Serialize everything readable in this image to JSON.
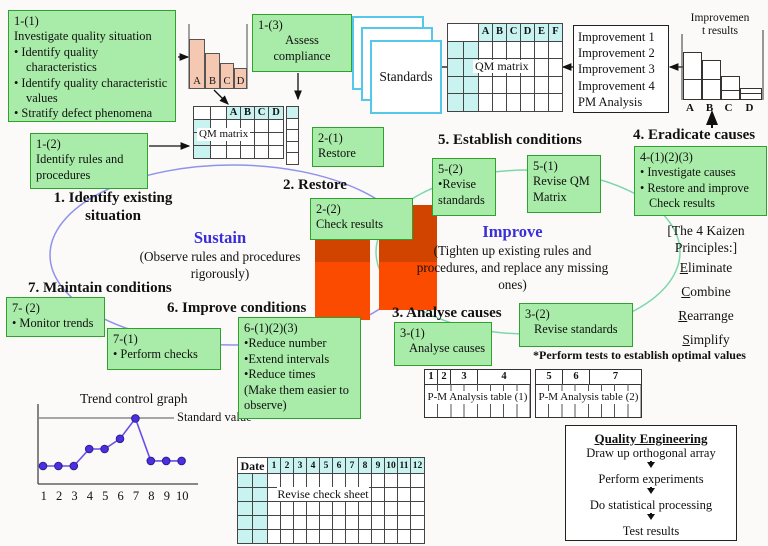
{
  "steps": {
    "s1": "1. Identify existing situation",
    "s2": "2. Restore",
    "s3": "3. Analyse causes",
    "s4": "4. Eradicate causes",
    "s5": "5. Establish conditions",
    "s6": "6. Improve conditions",
    "s7": "7. Maintain conditions"
  },
  "cycles": {
    "sustain": {
      "title": "Sustain",
      "subtitle": "(Observe rules and procedures rigorously)"
    },
    "improve": {
      "title": "Improve",
      "subtitle": "(Tighten up existing rules and procedures, and replace any missing ones)"
    }
  },
  "kaizen": {
    "header": "[The 4 Kaizen Principles:]",
    "principles": [
      "Eliminate",
      "Combine",
      "Rearrange",
      "Simplify"
    ]
  },
  "boxes": {
    "b1_1": {
      "code": "1-(1)",
      "title": "Investigate quality situation",
      "bullets": [
        "• Identify quality characteristics",
        "• Identify quality characteristic values",
        "• Stratify defect phenomena"
      ]
    },
    "b1_2": {
      "code": "1-(2)",
      "text": "Identify rules and procedures"
    },
    "b1_3": {
      "code": "1-(3)",
      "text": "Assess compliance"
    },
    "b2_1": {
      "code": "2-(1)",
      "text": "Restore"
    },
    "b2_2": {
      "code": "2-(2)",
      "text": "Check results"
    },
    "b3_1": {
      "code": "3-(1)",
      "text": "Analyse causes"
    },
    "b3_2": {
      "code": "3-(2)",
      "text": "Revise standards"
    },
    "b4": {
      "code": "4-(1)(2)(3)",
      "bullets": [
        "• Investigate causes",
        "• Restore and improve"
      ],
      "tail": "Check results"
    },
    "b5_1": {
      "code": "5-(1)",
      "text": "Revise QM Matrix"
    },
    "b5_2": {
      "code": "5-(2)",
      "text": "•Revise standards"
    },
    "b6": {
      "code": "6-(1)(2)(3)",
      "bullets": [
        "•Reduce number",
        "•Extend intervals",
        "•Reduce times"
      ],
      "tail": "(Make them easier to observe)"
    },
    "b7_1": {
      "code": "7-(1)",
      "text": "• Perform checks"
    },
    "b7_2": {
      "code": "7- (2)",
      "text": "• Monitor trends"
    }
  },
  "note": "*Perform tests to establish optimal values",
  "pareto": {
    "categories": [
      "A",
      "B",
      "C",
      "D"
    ]
  },
  "qm1": {
    "label": "QM matrix",
    "cols": [
      "A",
      "B",
      "C",
      "D"
    ]
  },
  "qm2": {
    "label": "QM matrix",
    "cols": [
      "A",
      "B",
      "C",
      "D",
      "E",
      "F"
    ]
  },
  "standards_label": "Standards",
  "improvement_box": {
    "items": [
      "Improvement 1",
      "Improvement 2",
      "Improvement 3",
      "Improvement 4",
      "PM Analysis"
    ]
  },
  "improvement_results": {
    "title_lines": [
      "Improvemen",
      "t results"
    ],
    "categories": [
      "A",
      "B",
      "C",
      "D"
    ]
  },
  "pm_tables": {
    "t1": {
      "headers": [
        "1",
        "2",
        "3",
        "4"
      ],
      "label": "P-M Analysis table (1)"
    },
    "t2": {
      "headers": [
        "5",
        "6",
        "7"
      ],
      "label": "P-M Analysis table (2)"
    }
  },
  "trend": {
    "title": "Trend control graph",
    "standard_label": "Standard value",
    "x_labels": [
      "1",
      "2",
      "3",
      "4",
      "5",
      "6",
      "7",
      "8",
      "9",
      "10"
    ],
    "values": [
      1,
      1,
      1,
      2,
      2,
      2.6,
      3.8,
      1.3,
      1.3,
      1.3
    ],
    "standard_level": 3.8
  },
  "date_table": {
    "header": "Date",
    "cols": [
      "1",
      "2",
      "3",
      "4",
      "5",
      "6",
      "7",
      "8",
      "9",
      "10",
      "11",
      "12"
    ],
    "overlay": "Revise check sheet"
  },
  "quality_engineering": {
    "title": "Quality Engineering",
    "steps": [
      "Draw up orthogonal array",
      "Perform experiments",
      "Do statistical processing",
      "Test results"
    ]
  },
  "colors": {
    "green_box": "#a9eca9",
    "green_border": "#2fa12f",
    "cyan_cell": "#c9f3f1",
    "salmon_bar": "#f5c9b1",
    "orange_dark": "#d04400",
    "orange_bright": "#fb4b00",
    "cycle_title": "#3a2fd6",
    "ellipse_sustain": "#8f93ea",
    "ellipse_improve": "#7cd8a8"
  }
}
